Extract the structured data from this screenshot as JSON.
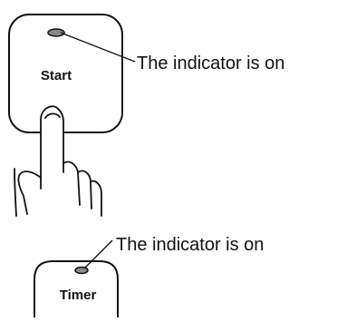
{
  "figure": {
    "start_button": {
      "label": "Start",
      "indicator_state": "on",
      "callout": "The indicator is on"
    },
    "timer_button": {
      "label": "Timer",
      "indicator_state": "on",
      "callout": "The indicator is on"
    },
    "icons": [
      "pressing-hand-icon"
    ],
    "colors": {
      "outline": "#111111",
      "indicator_fill": "#8a8a8a",
      "background": "#ffffff"
    }
  }
}
